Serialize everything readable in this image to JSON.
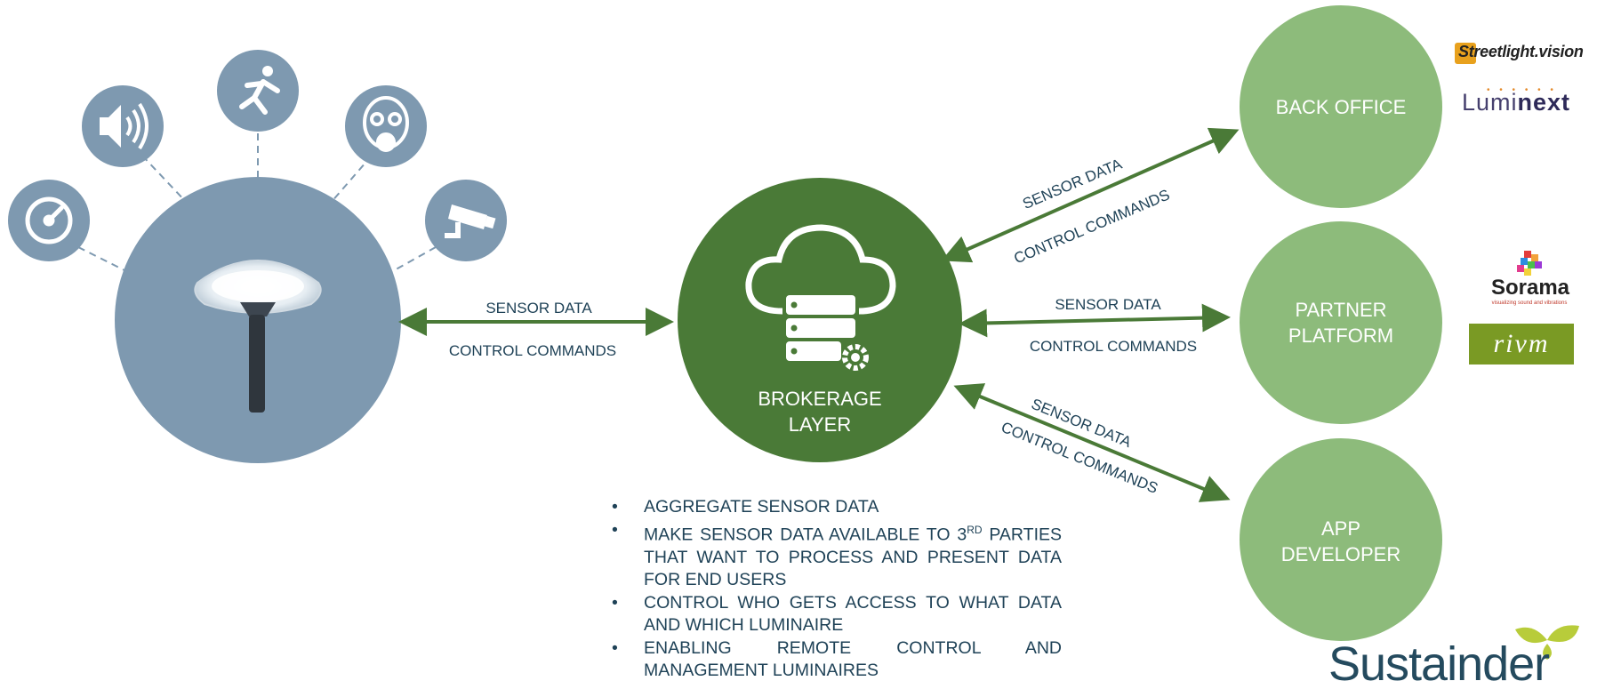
{
  "colors": {
    "dark_green": "#4a7a37",
    "light_green": "#8dbb7b",
    "steel_blue": "#7e99b0",
    "text_navy": "#1f4257",
    "sustainder_navy": "#244a5e",
    "sustainder_leaf": "#b8cc3a"
  },
  "sensors": [
    {
      "icon": "speedometer-icon"
    },
    {
      "icon": "speaker-icon"
    },
    {
      "icon": "running-person-icon"
    },
    {
      "icon": "gas-mask-icon"
    },
    {
      "icon": "security-camera-icon"
    }
  ],
  "luminaire": {
    "icon": "street-lamp-icon"
  },
  "hub": {
    "icon": "cloud-server-icon",
    "label_line1": "BROKERAGE",
    "label_line2": "LAYER"
  },
  "left_connection": {
    "label_top": "SENSOR DATA",
    "label_bottom": "CONTROL COMMANDS"
  },
  "right_connections": [
    {
      "label_top": "SENSOR DATA",
      "label_bottom": "CONTROL COMMANDS"
    },
    {
      "label_top": "SENSOR DATA",
      "label_bottom": "CONTROL COMMANDS"
    },
    {
      "label_top": "SENSOR DATA",
      "label_bottom": "CONTROL COMMANDS"
    }
  ],
  "targets": [
    {
      "line1": "BACK OFFICE",
      "line2": ""
    },
    {
      "line1": "PARTNER",
      "line2": "PLATFORM"
    },
    {
      "line1": "APP",
      "line2": "DEVELOPER"
    }
  ],
  "partner_logos": {
    "streetlight": "Streetlight.vision",
    "luminext_light": "Lumi",
    "luminext_bold": "next",
    "sorama": "Sorama",
    "sorama_tagline": "visualizing sound and vibrations",
    "rivm": "rivm"
  },
  "brand": {
    "name": "Sustainder"
  },
  "bullets": [
    {
      "text": "AGGREGATE SENSOR DATA",
      "sup": "",
      "tail": ""
    },
    {
      "text": "MAKE SENSOR DATA AVAILABLE TO 3",
      "sup": "RD",
      "tail": " PARTIES THAT WANT TO PROCESS AND PRESENT DATA FOR END USERS"
    },
    {
      "text": "CONTROL WHO GETS ACCESS TO WHAT DATA AND WHICH LUMINAIRE",
      "sup": "",
      "tail": ""
    },
    {
      "text": "ENABLING REMOTE CONTROL AND MANAGEMENT LUMINAIRES",
      "sup": "",
      "tail": ""
    }
  ]
}
